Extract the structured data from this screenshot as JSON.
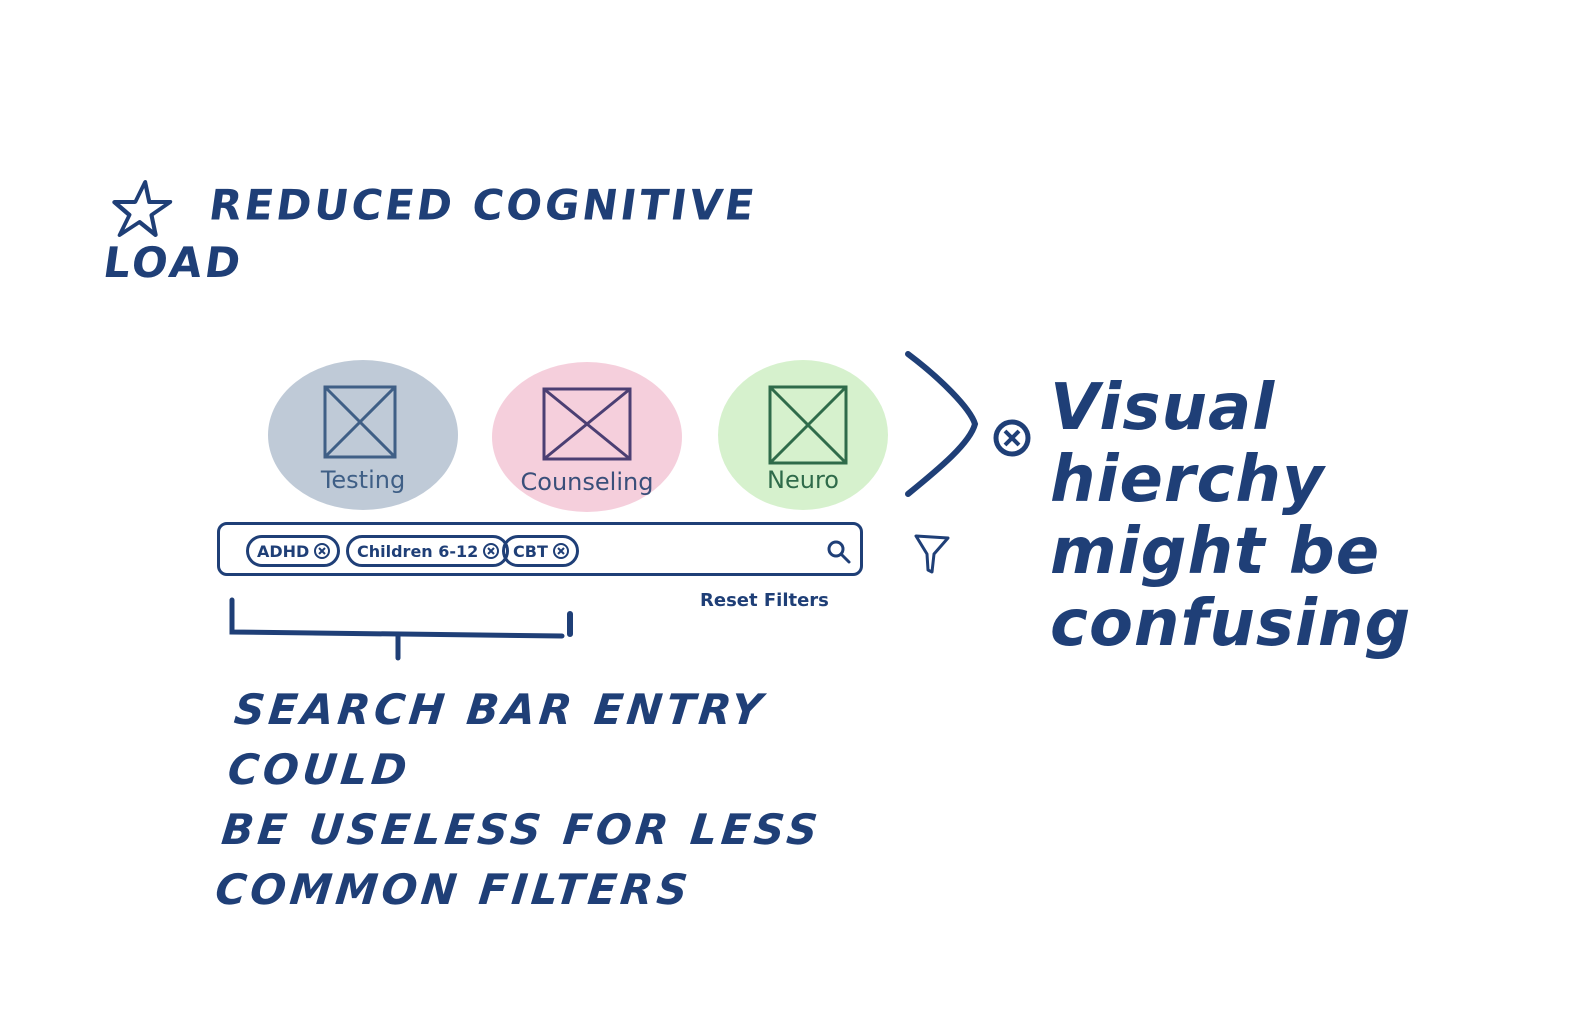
{
  "heading": {
    "text": "Reduced Cognitive Load",
    "icon": "star-icon"
  },
  "categories": [
    {
      "label": "Testing",
      "color": "#aab8c9",
      "icon": "image-placeholder-icon"
    },
    {
      "label": "Counseling",
      "color": "#f1bfd0",
      "icon": "image-placeholder-icon"
    },
    {
      "label": "Neuro",
      "color": "#cfeec4",
      "icon": "image-placeholder-icon"
    }
  ],
  "search": {
    "chips": [
      {
        "label": "ADHD",
        "icon": "close-circle-icon"
      },
      {
        "label": "Children 6-12",
        "icon": "close-circle-icon"
      },
      {
        "label": "CBT",
        "icon": "close-circle-icon"
      }
    ],
    "search_icon": "search-icon",
    "filter_icon": "filter-icon",
    "reset_label": "Reset Filters"
  },
  "annotations": {
    "side_note": [
      "Visual hierchy",
      "might be confusing"
    ],
    "side_icon": "close-circle-icon",
    "bottom_note": [
      "Search Bar entry could",
      "be useless for less",
      "common filters"
    ]
  },
  "colors": {
    "ink": "#1f3f77"
  }
}
